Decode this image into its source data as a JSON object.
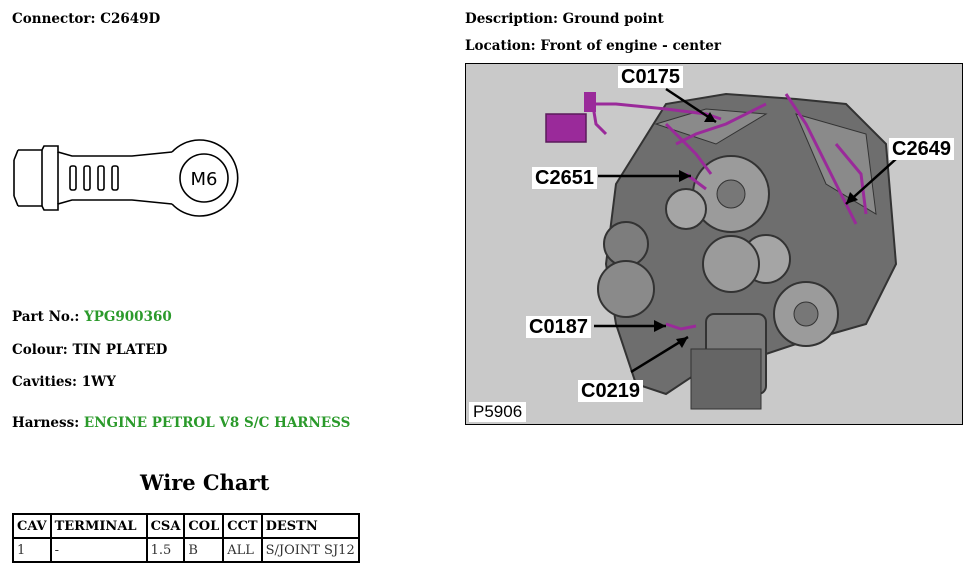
{
  "connector": {
    "label": "Connector:",
    "value": "C2649D"
  },
  "description": {
    "label": "Description:",
    "value": "Ground point"
  },
  "location": {
    "label": "Location:",
    "value": "Front of engine - center"
  },
  "terminal_marking": "M6",
  "part_no": {
    "label": "Part No.:",
    "value": "YPG900360"
  },
  "colour": {
    "label": "Colour:",
    "value": "TIN PLATED"
  },
  "cavities": {
    "label": "Cavities:",
    "value": "1WY"
  },
  "harness": {
    "label": "Harness:",
    "value": "ENGINE PETROL V8 S/C HARNESS"
  },
  "image": {
    "code": "P5906",
    "callouts": [
      "C0175",
      "C2649",
      "C2651",
      "C0187",
      "C0219"
    ]
  },
  "wire_chart": {
    "title": "Wire Chart",
    "headers": [
      "CAV",
      "TERMINAL",
      "CSA",
      "COL",
      "CCT",
      "DESTN"
    ],
    "rows": [
      [
        "1",
        "-",
        "1.5",
        "B",
        "ALL",
        "S/JOINT SJ12"
      ]
    ]
  },
  "colors": {
    "highlight_text": "#2b9a2b",
    "harness_wire": "#9a2a9a"
  }
}
